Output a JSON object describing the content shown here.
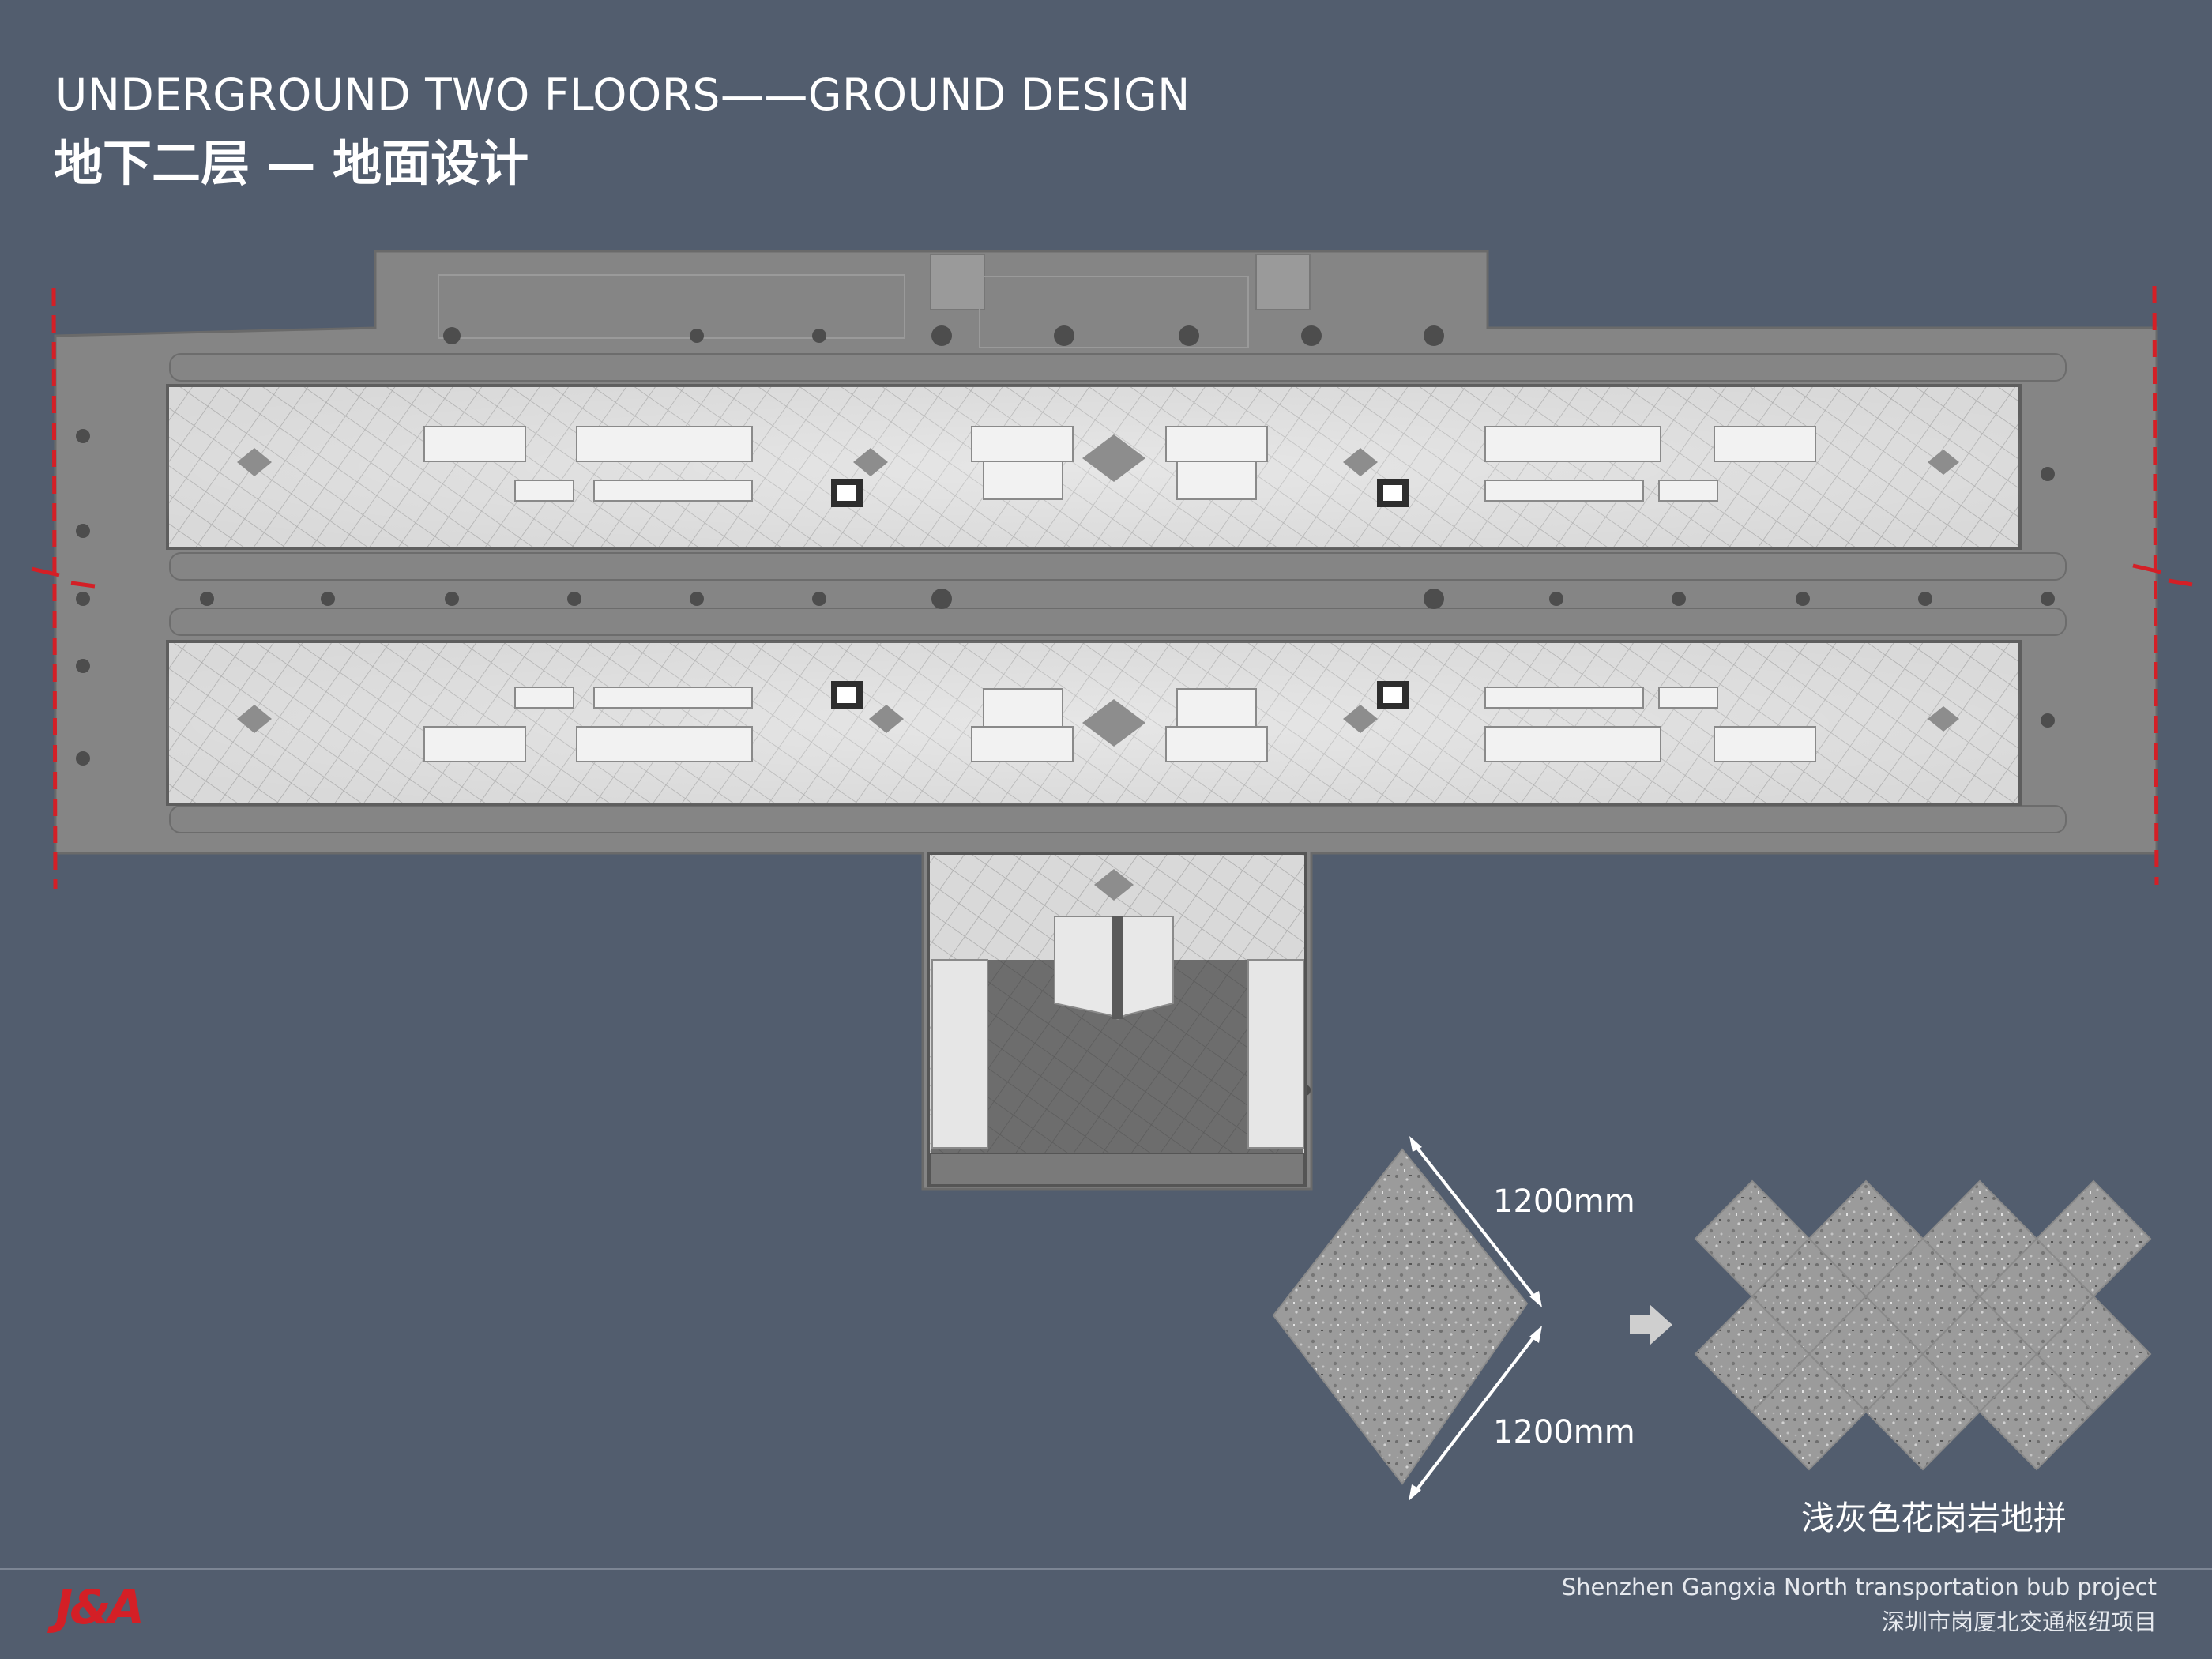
{
  "header": {
    "title_en": "UNDERGROUND TWO FLOORS——GROUND DESIGN",
    "title_cn": "地下二层 — 地面设计"
  },
  "tile": {
    "dimension_top": "1200mm",
    "dimension_bottom": "1200mm",
    "material_caption": "浅灰色花岗岩地拼"
  },
  "footer": {
    "logo_text": "J&A",
    "project_en": "Shenzhen Gangxia North transportation bub project",
    "project_cn": "深圳市岗厦北交通枢纽项目"
  },
  "colors": {
    "background": "#525d6e",
    "plan_fill": "#858585",
    "platform_fill": "#d4d4d4",
    "cut_line": "#d41f26",
    "logo": "#d41f26",
    "granite": "#9b9b9b"
  },
  "icons": [
    "arrow-right-icon",
    "logo-mark"
  ]
}
